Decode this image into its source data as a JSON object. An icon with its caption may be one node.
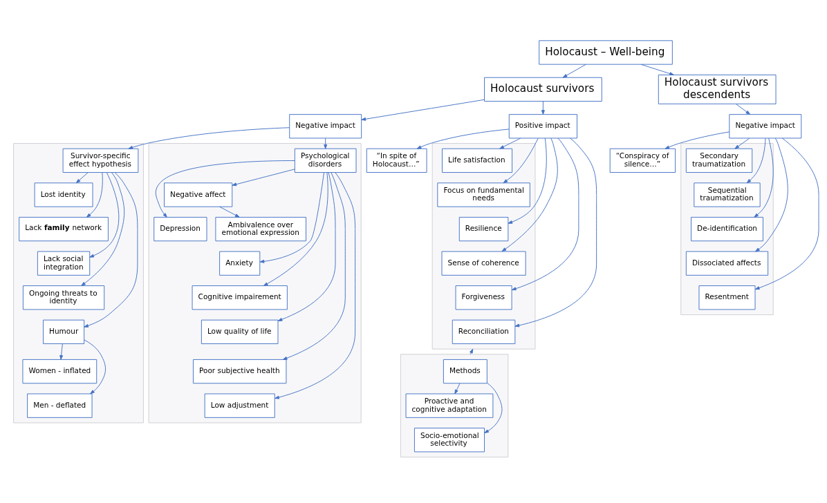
{
  "diagram": {
    "nodes": [
      {
        "text": [
          "Holocaust – Well-being"
        ]
      },
      {
        "text": [
          "Holocaust survivors"
        ]
      },
      {
        "text": [
          "Holocaust survivors descendents"
        ]
      },
      {
        "text": [
          "Negative impact"
        ]
      },
      {
        "text": [
          "Positive impact"
        ]
      },
      {
        "text": [
          "Negative impact"
        ]
      },
      {
        "text": [],
        "shape": "box"
      },
      {
        "text": [
          "Survivor-specific effect hypothesis"
        ],
        "in": 6
      },
      {
        "text": [
          "Lost identity"
        ],
        "in": 6
      },
      {
        "text": [
          "Lack **family** network"
        ],
        "in": 6
      },
      {
        "text": [
          "Lack social integration"
        ],
        "in": 6
      },
      {
        "text": [
          "Ongoing threats to identity"
        ],
        "in": 6
      },
      {
        "text": [
          "Humour"
        ],
        "in": 6
      },
      {
        "text": [
          "Women - inflated"
        ],
        "in": 6
      },
      {
        "text": [
          "Men - deflated"
        ],
        "in": 6
      },
      {
        "text": [],
        "shape": "box"
      },
      {
        "text": [
          "Psychological disorders"
        ],
        "in": 15
      },
      {
        "text": [
          "Negative affect"
        ],
        "in": 15
      },
      {
        "text": [
          "Ambivalence over emotional expression"
        ],
        "in": 15
      },
      {
        "text": [
          "Depression"
        ],
        "in": 15
      },
      {
        "text": [
          "Anxiety"
        ],
        "in": 15
      },
      {
        "text": [
          "Cognitive impairement"
        ],
        "in": 15
      },
      {
        "text": [
          "Low quality of life"
        ],
        "in": 15
      },
      {
        "text": [
          "Poor subjective health"
        ],
        "in": 15
      },
      {
        "text": [
          "Low adjustment"
        ],
        "in": 15
      },
      {
        "text": [
          "“In spite of Holocaust…”"
        ]
      },
      {
        "text": [],
        "shape": "box"
      },
      {
        "text": [
          "Life satisfaction"
        ],
        "in": 26
      },
      {
        "text": [
          "Focus on fundamental needs"
        ],
        "in": 26
      },
      {
        "text": [
          "Resilience"
        ],
        "in": 26
      },
      {
        "text": [
          "Sense of coherence"
        ],
        "in": 26
      },
      {
        "text": [
          "Forgiveness"
        ],
        "in": 26
      },
      {
        "text": [
          "Reconciliation"
        ],
        "in": 26
      },
      {
        "text": [],
        "shape": "box"
      },
      {
        "text": [
          "Methods"
        ],
        "in": 33
      },
      {
        "text": [
          "Proactive and cognitive adaptation"
        ],
        "in": 33
      },
      {
        "text": [
          "Socio-emotional selectivity"
        ],
        "in": 33
      },
      {
        "text": [
          "“Conspiracy of silence…”"
        ]
      },
      {
        "text": [],
        "shape": "box"
      },
      {
        "text": [
          "Secondary traumatization"
        ],
        "in": 38
      },
      {
        "text": [
          "Sequential traumatization"
        ],
        "in": 38
      },
      {
        "text": [
          "De-identification"
        ],
        "in": 38
      },
      {
        "text": [
          "Dissociated affects"
        ],
        "in": 38
      },
      {
        "text": [
          "Resentment"
        ],
        "in": 38
      }
    ],
    "edges": [
      {
        "from": 0,
        "to": 1,
        "arrow": "to"
      },
      {
        "from": 0,
        "to": 2,
        "arrow": "to"
      },
      {
        "from": 1,
        "to": 3,
        "arrow": "to"
      },
      {
        "from": 1,
        "to": 4,
        "arrow": "to"
      },
      {
        "from": 2,
        "to": 5,
        "arrow": "to"
      },
      {
        "from": 3,
        "to": 7,
        "arrow": "to"
      },
      {
        "from": 3,
        "to": 16,
        "arrow": "to"
      },
      {
        "from": 7,
        "to": 8,
        "arrow": "to"
      },
      {
        "from": 7,
        "to": 9,
        "arrow": "to"
      },
      {
        "from": 7,
        "to": 10,
        "arrow": "to"
      },
      {
        "from": 7,
        "to": 11,
        "arrow": "to"
      },
      {
        "from": 7,
        "to": 12,
        "arrow": "to"
      },
      {
        "from": 12,
        "to": 13,
        "arrow": "to"
      },
      {
        "from": 12,
        "to": 14,
        "arrow": "to"
      },
      {
        "from": 16,
        "to": 17,
        "arrow": "to"
      },
      {
        "from": 17,
        "to": 18,
        "arrow": "to"
      },
      {
        "from": 16,
        "to": 19,
        "arrow": "to"
      },
      {
        "from": 16,
        "to": 20,
        "arrow": "to"
      },
      {
        "from": 16,
        "to": 21,
        "arrow": "to"
      },
      {
        "from": 16,
        "to": 22,
        "arrow": "to"
      },
      {
        "from": 16,
        "to": 23,
        "arrow": "to"
      },
      {
        "from": 16,
        "to": 24,
        "arrow": "to"
      },
      {
        "from": 4,
        "to": 25,
        "arrow": "to"
      },
      {
        "from": 4,
        "to": 27,
        "arrow": "to"
      },
      {
        "from": 4,
        "to": 28,
        "arrow": "to"
      },
      {
        "from": 4,
        "to": 29,
        "arrow": "to"
      },
      {
        "from": 4,
        "to": 30,
        "arrow": "to"
      },
      {
        "from": 4,
        "to": 31,
        "arrow": "to"
      },
      {
        "from": 4,
        "to": 32,
        "arrow": "to"
      },
      {
        "from": 33,
        "to": 26,
        "arrow": "to"
      },
      {
        "from": 34,
        "to": 35,
        "arrow": "to"
      },
      {
        "from": 34,
        "to": 36,
        "arrow": "to"
      },
      {
        "from": 5,
        "to": 37,
        "arrow": "to"
      },
      {
        "from": 5,
        "to": 39,
        "arrow": "to"
      },
      {
        "from": 5,
        "to": 40,
        "arrow": "to"
      },
      {
        "from": 5,
        "to": 41,
        "arrow": "to"
      },
      {
        "from": 5,
        "to": 42,
        "arrow": "to"
      },
      {
        "from": 5,
        "to": 43,
        "arrow": "to"
      }
    ]
  }
}
